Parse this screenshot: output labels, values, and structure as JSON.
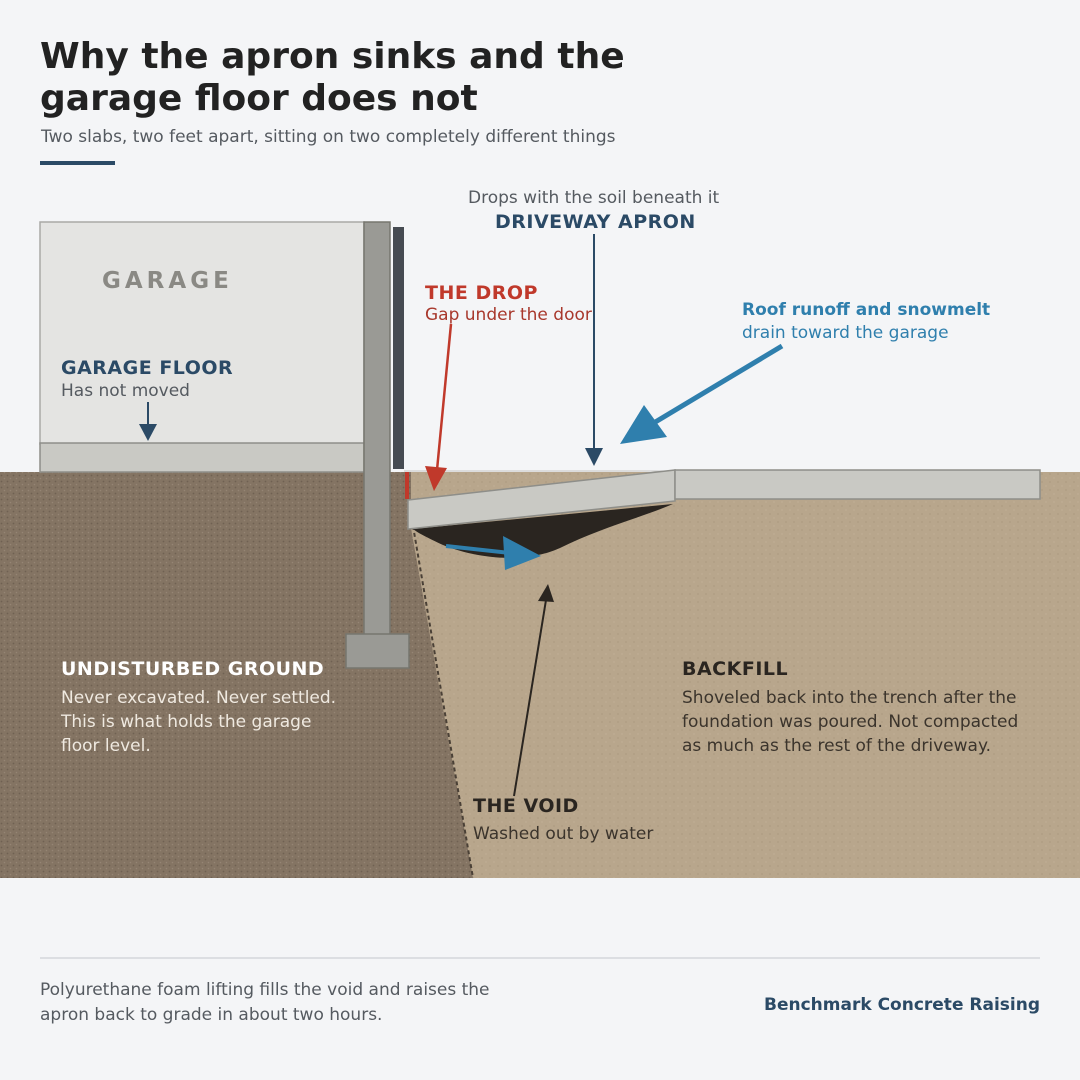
{
  "header": {
    "title": "Why the apron sinks and the garage floor does not",
    "subtitle": "Two slabs, two feet apart, sitting on two completely different things"
  },
  "diagram": {
    "garage_word": "GARAGE",
    "garage_floor": {
      "title": "GARAGE FLOOR",
      "note": "Has not moved"
    },
    "apron": {
      "note": "Drops with the soil beneath it",
      "title": "DRIVEWAY APRON"
    },
    "drop": {
      "title": "THE DROP",
      "note": "Gap under the door"
    },
    "runoff": {
      "title": "Roof runoff and snowmelt",
      "note": "drain toward the garage"
    },
    "undisturbed": {
      "title": "UNDISTURBED GROUND",
      "note": "Never excavated. Never settled. This is what holds the garage floor level."
    },
    "backfill": {
      "title": "BACKFILL",
      "note": "Shoveled back into the trench after the foundation was poured. Not compacted as much as the rest of the driveway."
    },
    "void": {
      "title": "THE VOID",
      "note": "Washed out by water"
    }
  },
  "footer": {
    "note": "Polyurethane foam lifting fills the void and raises the apron back to grade in about two hours.",
    "brand": "Benchmark Concrete Raising"
  },
  "colors": {
    "background": "#f4f5f7",
    "navy": "#2b4a66",
    "red": "#c0392b",
    "blue": "#2f7fad",
    "undisturbed_soil": "#847463",
    "backfill_soil": "#b8a68c",
    "concrete": "#c9c9c4",
    "void": "#2a2520"
  },
  "icons": {
    "arrows": [
      "down-arrow-icon",
      "red-arrow-icon",
      "blue-arrow-icon",
      "void-arrow-icon"
    ]
  }
}
